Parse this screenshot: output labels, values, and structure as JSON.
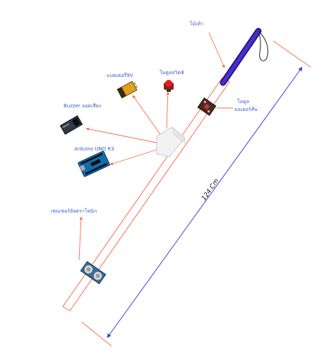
{
  "labels": {
    "cane": "ไม้เท้า",
    "battery": "แบตเตอรี่9V",
    "switch_module": "โมดูลสวิตซ์",
    "vibration_motor": [
      "โมดูล",
      "มอเตอร์สั่น"
    ],
    "buzzer": "Buzzer ออดเสียง",
    "arduino": "Arduino UNO R3",
    "ultrasonic": "เซนเซอร์อัลตราโซนิก"
  },
  "dimension": {
    "length_text": "124 Cm"
  },
  "colors": {
    "cane_outline": "#ff6a4d",
    "pointer": "#ff6a4d",
    "dimension_line": "#3d3ddd",
    "handle": "#3a1fa8",
    "label_text": "#3a5ec9"
  }
}
